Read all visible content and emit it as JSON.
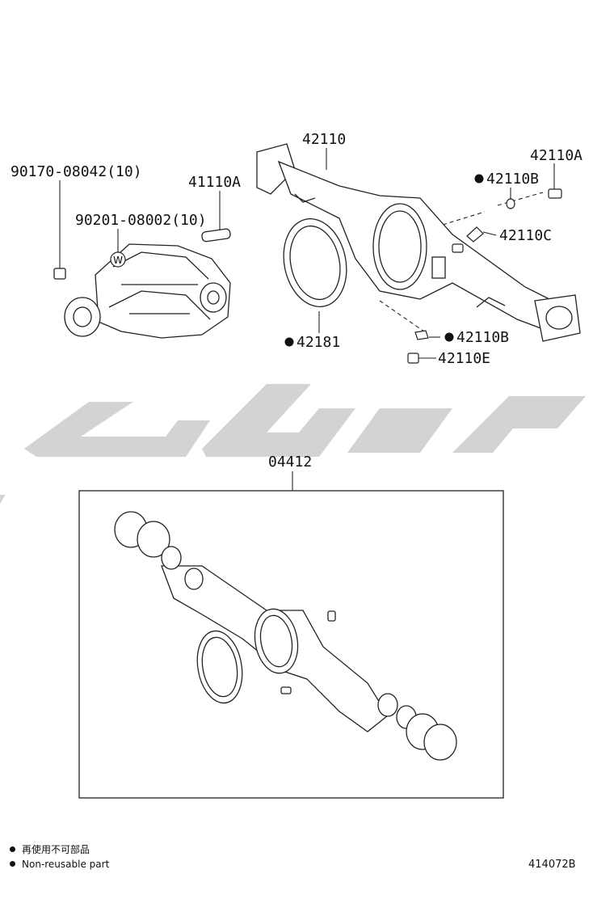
{
  "watermark": {
    "text": "تویوتی",
    "color": "#cfcfcf"
  },
  "callouts": {
    "p1": "90170-08042(10)",
    "p2": "90201-08002(10)",
    "p3": "41110A",
    "p4": "42110",
    "p5": "42110A",
    "p6": "42110B",
    "p7": "42110C",
    "p8": "42181",
    "p9": "42110B",
    "p10": "42110E",
    "p11": "04412"
  },
  "symbols": {
    "washer_mark": "W"
  },
  "legend": {
    "line1": "再使用不可部品",
    "line2": "Non-reusable part"
  },
  "diagram_number": "414072B"
}
